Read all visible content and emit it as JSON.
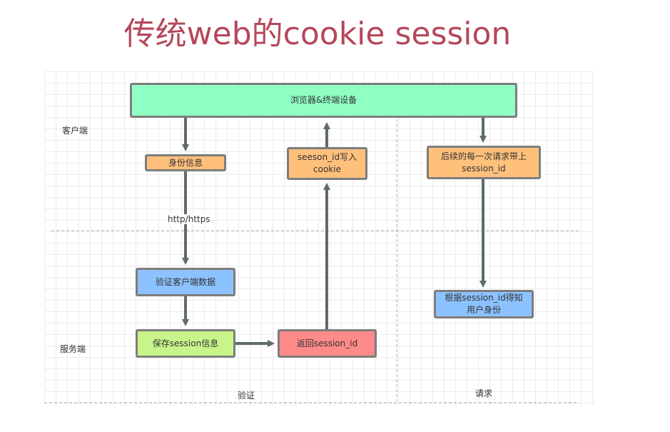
{
  "title": "传统web的cookie session",
  "lanes": {
    "client": "客户端",
    "server": "服务端",
    "verify": "验证",
    "request": "请求"
  },
  "nodes": {
    "browser": "浏览器&终端设备",
    "identity": "身份信息",
    "write_cookie": "seeson_id写入\ncookie",
    "subsequent": "后续的每一次请求带上\nsession_id",
    "verify_client": "验证客户端数据",
    "save_session": "保存session信息",
    "return_session": "返回session_id",
    "lookup": "根据session_id得知\n用户身份"
  },
  "edges": {
    "protocol": "http/https"
  }
}
